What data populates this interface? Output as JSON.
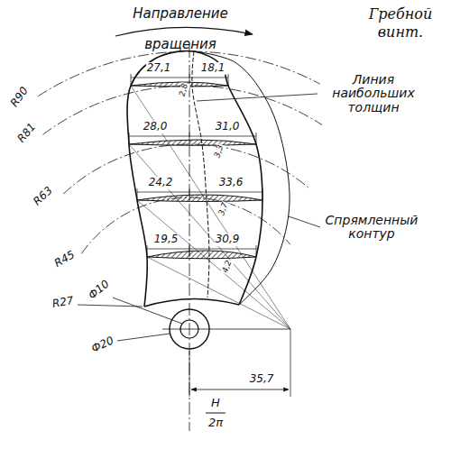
{
  "diagram": {
    "title": "Гребной винт.",
    "labels": [
      "Направление вращения",
      "27,1",
      "18,1",
      "2,8",
      "28,0",
      "31,0",
      "3,3",
      "24,2",
      "33,6",
      "3,7",
      "19,5",
      "30,9",
      "4,2",
      "Линия наибольших толщин",
      "Спрямленный контур",
      "R90",
      "R81",
      "R63",
      "R45",
      "R27",
      "Ф10",
      "Ф20",
      "H",
      "2π",
      "35,7"
    ]
  }
}
